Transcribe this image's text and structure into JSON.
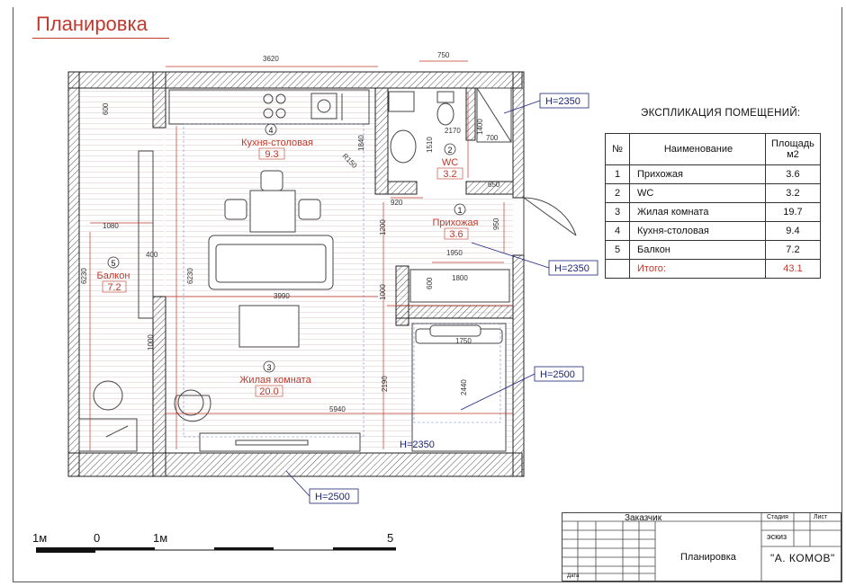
{
  "header": {
    "title": "Планировка"
  },
  "explication": {
    "title": "ЭКСПЛИКАЦИЯ ПОМЕЩЕНИЙ:",
    "columns": {
      "num": "№",
      "name": "Наименование",
      "area": "Площадь м2"
    },
    "rows": [
      {
        "num": "1",
        "name": "Прихожая",
        "area": "3.6"
      },
      {
        "num": "2",
        "name": "WC",
        "area": "3.2"
      },
      {
        "num": "3",
        "name": "Жилая комната",
        "area": "19.7"
      },
      {
        "num": "4",
        "name": "Кухня-столовая",
        "area": "9.4"
      },
      {
        "num": "5",
        "name": "Балкон",
        "area": "7.2"
      }
    ],
    "total": {
      "label": "Итого:",
      "area": "43.1"
    }
  },
  "plan": {
    "rooms": [
      {
        "num": "1",
        "name": "Прихожая",
        "area": "3.6"
      },
      {
        "num": "2",
        "name": "WC",
        "area": "3.2"
      },
      {
        "num": "3",
        "name": "Жилая комната",
        "area": "20.0"
      },
      {
        "num": "4",
        "name": "Кухня-столовая",
        "area": "9.3"
      },
      {
        "num": "5",
        "name": "Балкон",
        "area": "7.2"
      }
    ],
    "ceiling_heights": [
      "H=2350",
      "H=2350",
      "H=2500",
      "H=2350",
      "H=2500"
    ],
    "dimensions": [
      "3620",
      "750",
      "600",
      "1840",
      "1510",
      "2170",
      "1400",
      "700",
      "R150",
      "650",
      "920",
      "950",
      "1080",
      "400",
      "1200",
      "1950",
      "6230",
      "6230",
      "1800",
      "600",
      "1000",
      "3990",
      "1750",
      "1000",
      "2190",
      "2440",
      "5940"
    ]
  },
  "scale": {
    "labels": [
      "1м",
      "0",
      "1м",
      "5"
    ]
  },
  "title_block": {
    "customer_label": "Заказчик",
    "stage_label": "Стадия",
    "sheet_label": "Лист",
    "stage_value": "эскиз",
    "drawing_name": "Планировка",
    "author": "\"А. КОМОВ\"",
    "date_label": "Дата"
  },
  "colors": {
    "accent": "#c0392b",
    "leader": "#1a237e",
    "wall": "#2b2b2b"
  }
}
